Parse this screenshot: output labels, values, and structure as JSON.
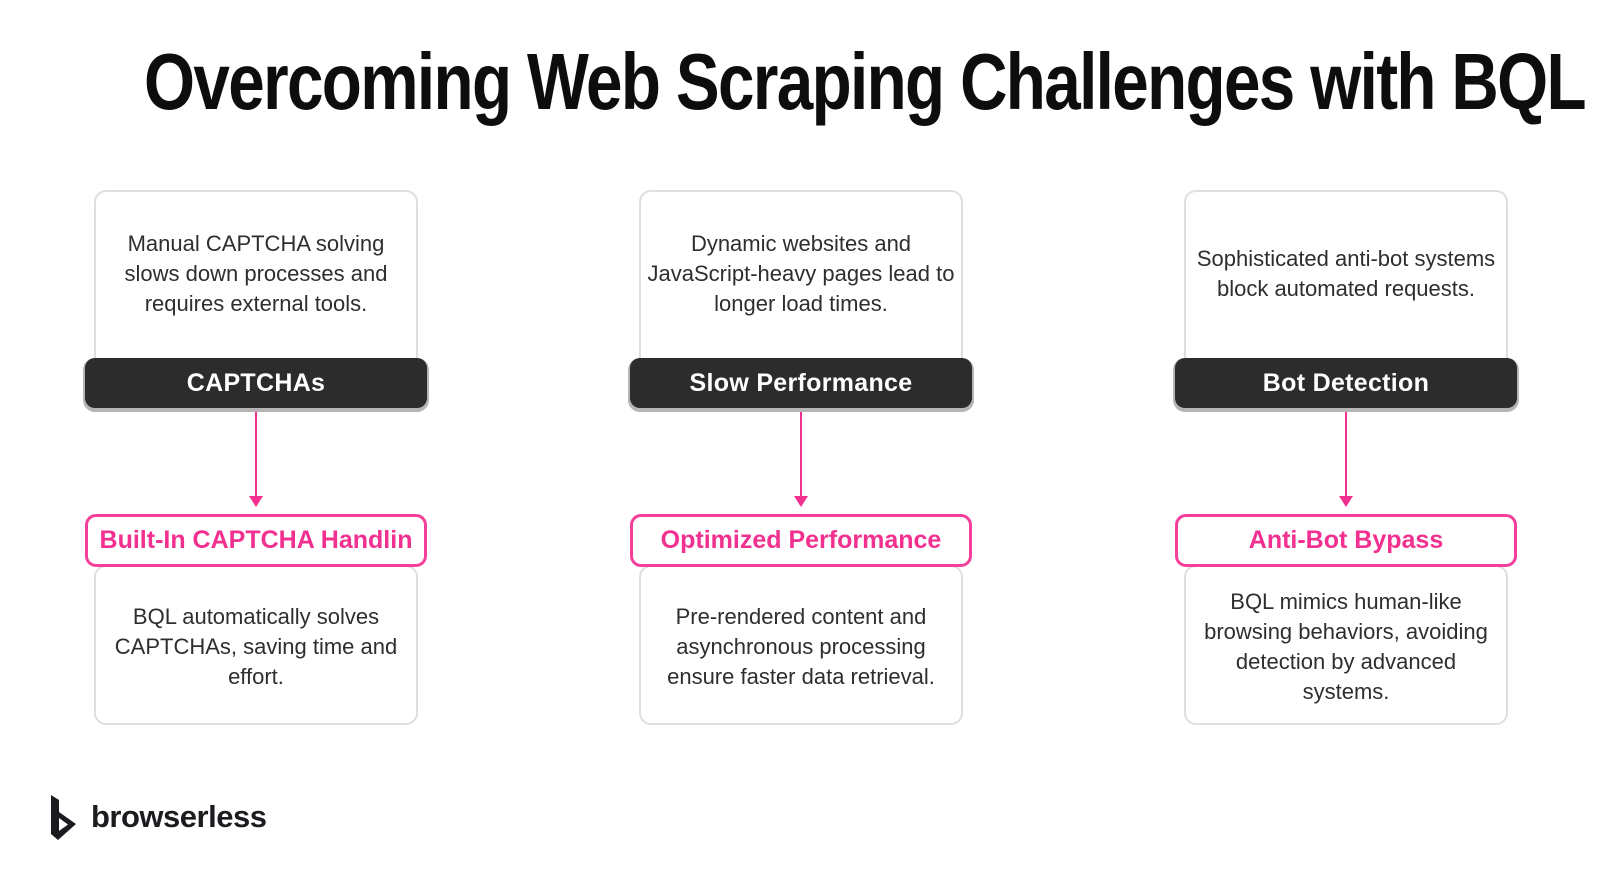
{
  "title": "Overcoming Web Scraping Challenges with BQL",
  "colors": {
    "accent_pink": "#F1308F",
    "badge_dark": "#2C2C2C",
    "card_border": "#DFDFDF",
    "text_dark": "#2E2E2E"
  },
  "columns": [
    {
      "challenge": {
        "description": "Manual CAPTCHA solving slows down processes and requires external tools.",
        "label": "CAPTCHAs"
      },
      "solution": {
        "label": "Built-In CAPTCHA Handlin",
        "description": "BQL automatically solves CAPTCHAs, saving time and effort."
      }
    },
    {
      "challenge": {
        "description": "Dynamic websites and JavaScript-heavy pages lead to longer load times.",
        "label": "Slow Performance"
      },
      "solution": {
        "label": "Optimized Performance",
        "description": "Pre-rendered content and asynchronous processing ensure faster data retrieval."
      }
    },
    {
      "challenge": {
        "description": "Sophisticated anti-bot systems block automated requests.",
        "label": "Bot Detection"
      },
      "solution": {
        "label": "Anti-Bot Bypass",
        "description": "BQL mimics human-like browsing behaviors, avoiding detection by advanced systems."
      }
    }
  ],
  "footer": {
    "brand": "browserless",
    "logo_icon": "angular-b-mark"
  }
}
